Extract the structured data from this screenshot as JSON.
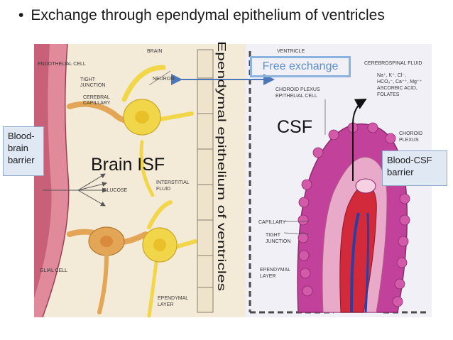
{
  "heading": {
    "bullet": "•",
    "text": "Exchange through ependymal epithelium of ventricles"
  },
  "callouts": {
    "blood_brain_barrier": [
      "Blood-",
      "brain",
      "barrier"
    ],
    "blood_csf_barrier": [
      "Blood-CSF",
      "barrier"
    ],
    "free_exchange": "Free exchange"
  },
  "big_labels": {
    "brain_isf": "Brain ISF",
    "csf": "CSF",
    "ependymal_vertical": "Ependymal epithelium of ventricles"
  },
  "figure_labels": {
    "endothelial_cell": "ENDOTHELIAL CELL",
    "tight_junction_top": [
      "TIGHT",
      "JUNCTION"
    ],
    "cerebral_capillary": [
      "CEREBRAL",
      "CAPILLARY"
    ],
    "brain": "BRAIN",
    "neuron": "NEURON",
    "glucose": "GLUCOSE",
    "interstitial_fluid": [
      "INTERSTITIAL",
      "FLUID"
    ],
    "glial_cell": "GLIAL CELL",
    "ependymal_layer_left": [
      "EPENDYMAL",
      "LAYER"
    ],
    "ventricle": "VENTRICLE",
    "choroid_plexus_epithelial": [
      "CHOROID PLEXUS",
      "EPITHELIAL CELL"
    ],
    "cerebrospinal_fluid": "CEREBROSPINAL FLUID",
    "ions": [
      "Na⁺, K⁺, Cl⁻,",
      "HCO₃⁻, Ca⁺⁺, Mg⁺⁺",
      "ASCORBIC ACID,",
      "FOLATES"
    ],
    "choroid_plexus": [
      "CHOROID",
      "PLEXUS"
    ],
    "capillary": "CAPILLARY",
    "tight_junction_bottom": [
      "TIGHT",
      "JUNCTION"
    ],
    "ependymal_layer_right": [
      "EPENDYMAL",
      "LAYER"
    ]
  },
  "colors": {
    "parchment": "#f4ead8",
    "vessel_pink": "#e08a9c",
    "neuron_yellow": "#f2d64a",
    "glial_orange": "#e3a657",
    "choroid_magenta": "#c2419a",
    "callout_fill": "#dfe8f3",
    "free_exchange_blue": "#5b8fcf"
  }
}
